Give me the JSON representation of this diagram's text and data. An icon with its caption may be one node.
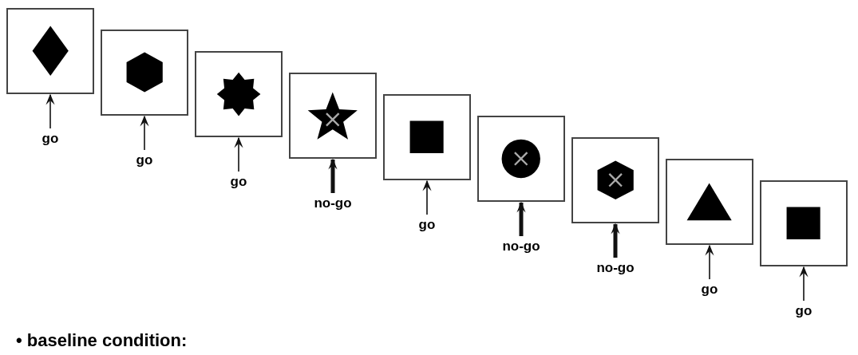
{
  "diagram": {
    "nodes": [
      {
        "text": [],
        "shape": "picture"
      },
      {
        "text": [],
        "shape": "picture"
      },
      {
        "text": [],
        "shape": "picture"
      },
      {
        "text": [],
        "shape": "picture"
      },
      {
        "text": [],
        "shape": "picture"
      },
      {
        "text": [],
        "shape": "picture"
      },
      {
        "text": [],
        "shape": "picture"
      },
      {
        "text": [],
        "shape": "picture"
      },
      {
        "text": [],
        "shape": "picture"
      },
      {
        "text": [
          "go"
        ]
      },
      {
        "text": [
          "go"
        ]
      },
      {
        "text": [
          "go"
        ]
      },
      {
        "text": [
          "no-go"
        ]
      },
      {
        "text": [
          "go"
        ]
      },
      {
        "text": [
          "no-go"
        ]
      },
      {
        "text": [
          "no-go"
        ]
      },
      {
        "text": [
          "go"
        ]
      },
      {
        "text": [
          "go"
        ]
      }
    ],
    "edges": [
      {
        "from": 9,
        "to": 0,
        "arrow": "to"
      },
      {
        "from": 10,
        "to": 1,
        "arrow": "to"
      },
      {
        "from": 11,
        "to": 2,
        "arrow": "to"
      },
      {
        "from": 12,
        "to": 3,
        "arrow": "to",
        "style": "thick"
      },
      {
        "from": 13,
        "to": 4,
        "arrow": "to"
      },
      {
        "from": 14,
        "to": 5,
        "arrow": "to",
        "style": "thick"
      },
      {
        "from": 15,
        "to": 6,
        "arrow": "to",
        "style": "thick"
      },
      {
        "from": 16,
        "to": 7,
        "arrow": "to"
      },
      {
        "from": 17,
        "to": 8,
        "arrow": "to"
      }
    ],
    "labels": [
      "• baseline condition:"
    ]
  }
}
